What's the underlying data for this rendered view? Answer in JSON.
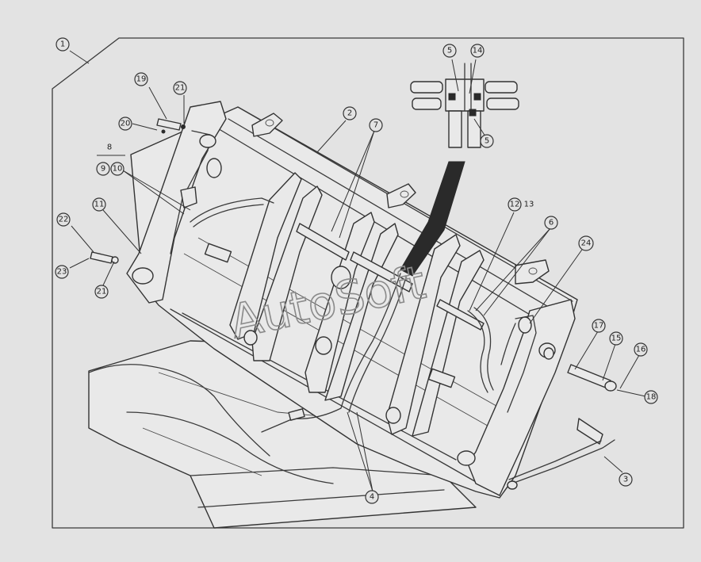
{
  "callouts": [
    {
      "id": "c1",
      "label": "1"
    },
    {
      "id": "c2",
      "label": "2"
    },
    {
      "id": "c3",
      "label": "3"
    },
    {
      "id": "c4",
      "label": "4"
    },
    {
      "id": "c5a",
      "label": "5"
    },
    {
      "id": "c5b",
      "label": "5"
    },
    {
      "id": "c6",
      "label": "6"
    },
    {
      "id": "c7",
      "label": "7"
    },
    {
      "id": "c8",
      "label": "8"
    },
    {
      "id": "c9",
      "label": "9"
    },
    {
      "id": "c10",
      "label": "10"
    },
    {
      "id": "c11",
      "label": "11"
    },
    {
      "id": "c12",
      "label": "12"
    },
    {
      "id": "c13",
      "label": "13"
    },
    {
      "id": "c14",
      "label": "14"
    },
    {
      "id": "c15",
      "label": "15"
    },
    {
      "id": "c16",
      "label": "16"
    },
    {
      "id": "c17",
      "label": "17"
    },
    {
      "id": "c18",
      "label": "18"
    },
    {
      "id": "c19",
      "label": "19"
    },
    {
      "id": "c20",
      "label": "20"
    },
    {
      "id": "c21a",
      "label": "21"
    },
    {
      "id": "c21b",
      "label": "21"
    },
    {
      "id": "c22",
      "label": "22"
    },
    {
      "id": "c23",
      "label": "23"
    },
    {
      "id": "c24",
      "label": "24"
    }
  ],
  "watermark": "AutoSoft"
}
